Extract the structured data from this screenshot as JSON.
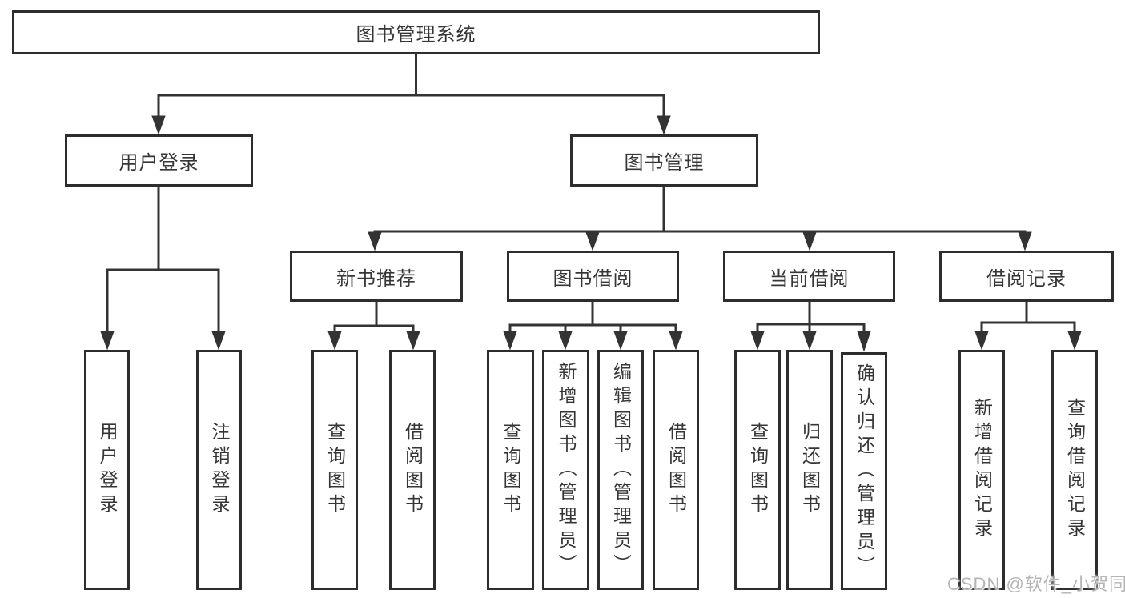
{
  "diagram": {
    "root": {
      "label": "图书管理系统"
    },
    "user_login": {
      "label": "用户登录",
      "children": {
        "login": {
          "label": "用户登录"
        },
        "logout": {
          "label": "注销登录"
        }
      }
    },
    "book_mgmt": {
      "label": "图书管理",
      "children": {
        "new_book": {
          "label": "新书推荐",
          "children": {
            "query": {
              "label": "查询图书"
            },
            "borrow": {
              "label": "借阅图书"
            }
          }
        },
        "borrow": {
          "label": "图书借阅",
          "children": {
            "query": {
              "label": "查询图书"
            },
            "add": {
              "label": "新增图书（管理员）"
            },
            "edit": {
              "label": "编辑图书（管理员）"
            },
            "borrow": {
              "label": "借阅图书"
            }
          }
        },
        "current": {
          "label": "当前借阅",
          "children": {
            "query": {
              "label": "查询图书"
            },
            "return": {
              "label": "归还图书"
            },
            "confirm": {
              "label": "确认归还（管理员）"
            }
          }
        },
        "records": {
          "label": "借阅记录",
          "children": {
            "add": {
              "label": "新增借阅记录"
            },
            "query": {
              "label": "查询借阅记录"
            }
          }
        }
      }
    }
  },
  "watermark": {
    "text": "CSDN @软件_小贺同学"
  },
  "colors": {
    "line": "#333333",
    "border": "#2d2d2d",
    "text": "#363636",
    "watermark": "#b5b5b5",
    "background": "#ffffff"
  }
}
